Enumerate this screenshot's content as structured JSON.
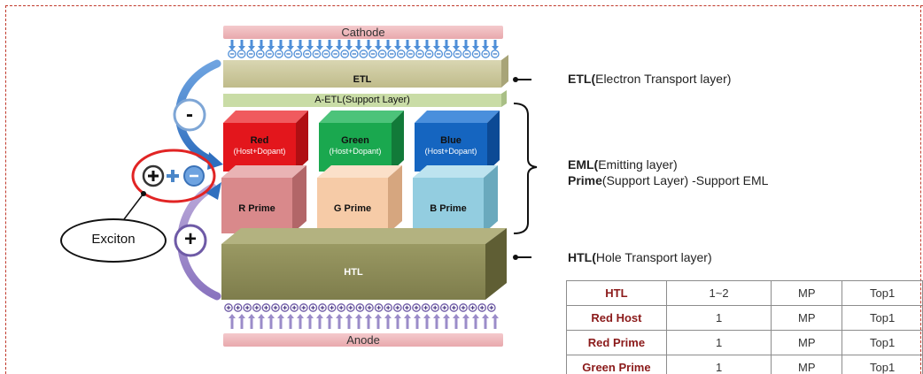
{
  "layers": {
    "cathode": "Cathode",
    "etl": "ETL",
    "a_etl": "A-ETL(Support Layer)",
    "red": {
      "name": "Red",
      "sub": "(Host+Dopant)"
    },
    "green": {
      "name": "Green",
      "sub": "(Host+Dopant)"
    },
    "blue": {
      "name": "Blue",
      "sub": "(Host+Dopant)"
    },
    "r_prime": "R Prime",
    "g_prime": "G Prime",
    "b_prime": "B Prime",
    "htl": "HTL",
    "anode": "Anode"
  },
  "charges": {
    "minus": "-",
    "plus": "+"
  },
  "exciton": {
    "label": "Exciton"
  },
  "legend": {
    "etl": {
      "bold": "ETL(",
      "rest": "Electron Transport layer)"
    },
    "eml": {
      "bold": "EML(",
      "rest": "Emitting layer)"
    },
    "prime": {
      "bold": "Prime",
      "rest": "(Support Layer) -Support EML"
    },
    "htl": {
      "bold": "HTL(",
      "rest": "Hole Transport layer)"
    }
  },
  "colors": {
    "red": "#e3161c",
    "green": "#1aa84f",
    "blue": "#1565c0",
    "r_prime": "#d9898b",
    "g_prime": "#f6cba7",
    "b_prime": "#93cde0",
    "etl": "#c8c496",
    "a_etl": "#c9dca6",
    "htl": "#8b8a56"
  },
  "table": {
    "rows": [
      [
        "HTL",
        "1~2",
        "MP",
        "Top1"
      ],
      [
        "Red Host",
        "1",
        "MP",
        "Top1"
      ],
      [
        "Red Prime",
        "1",
        "MP",
        "Top1"
      ],
      [
        "Green Prime",
        "1",
        "MP",
        "Top1"
      ]
    ]
  }
}
